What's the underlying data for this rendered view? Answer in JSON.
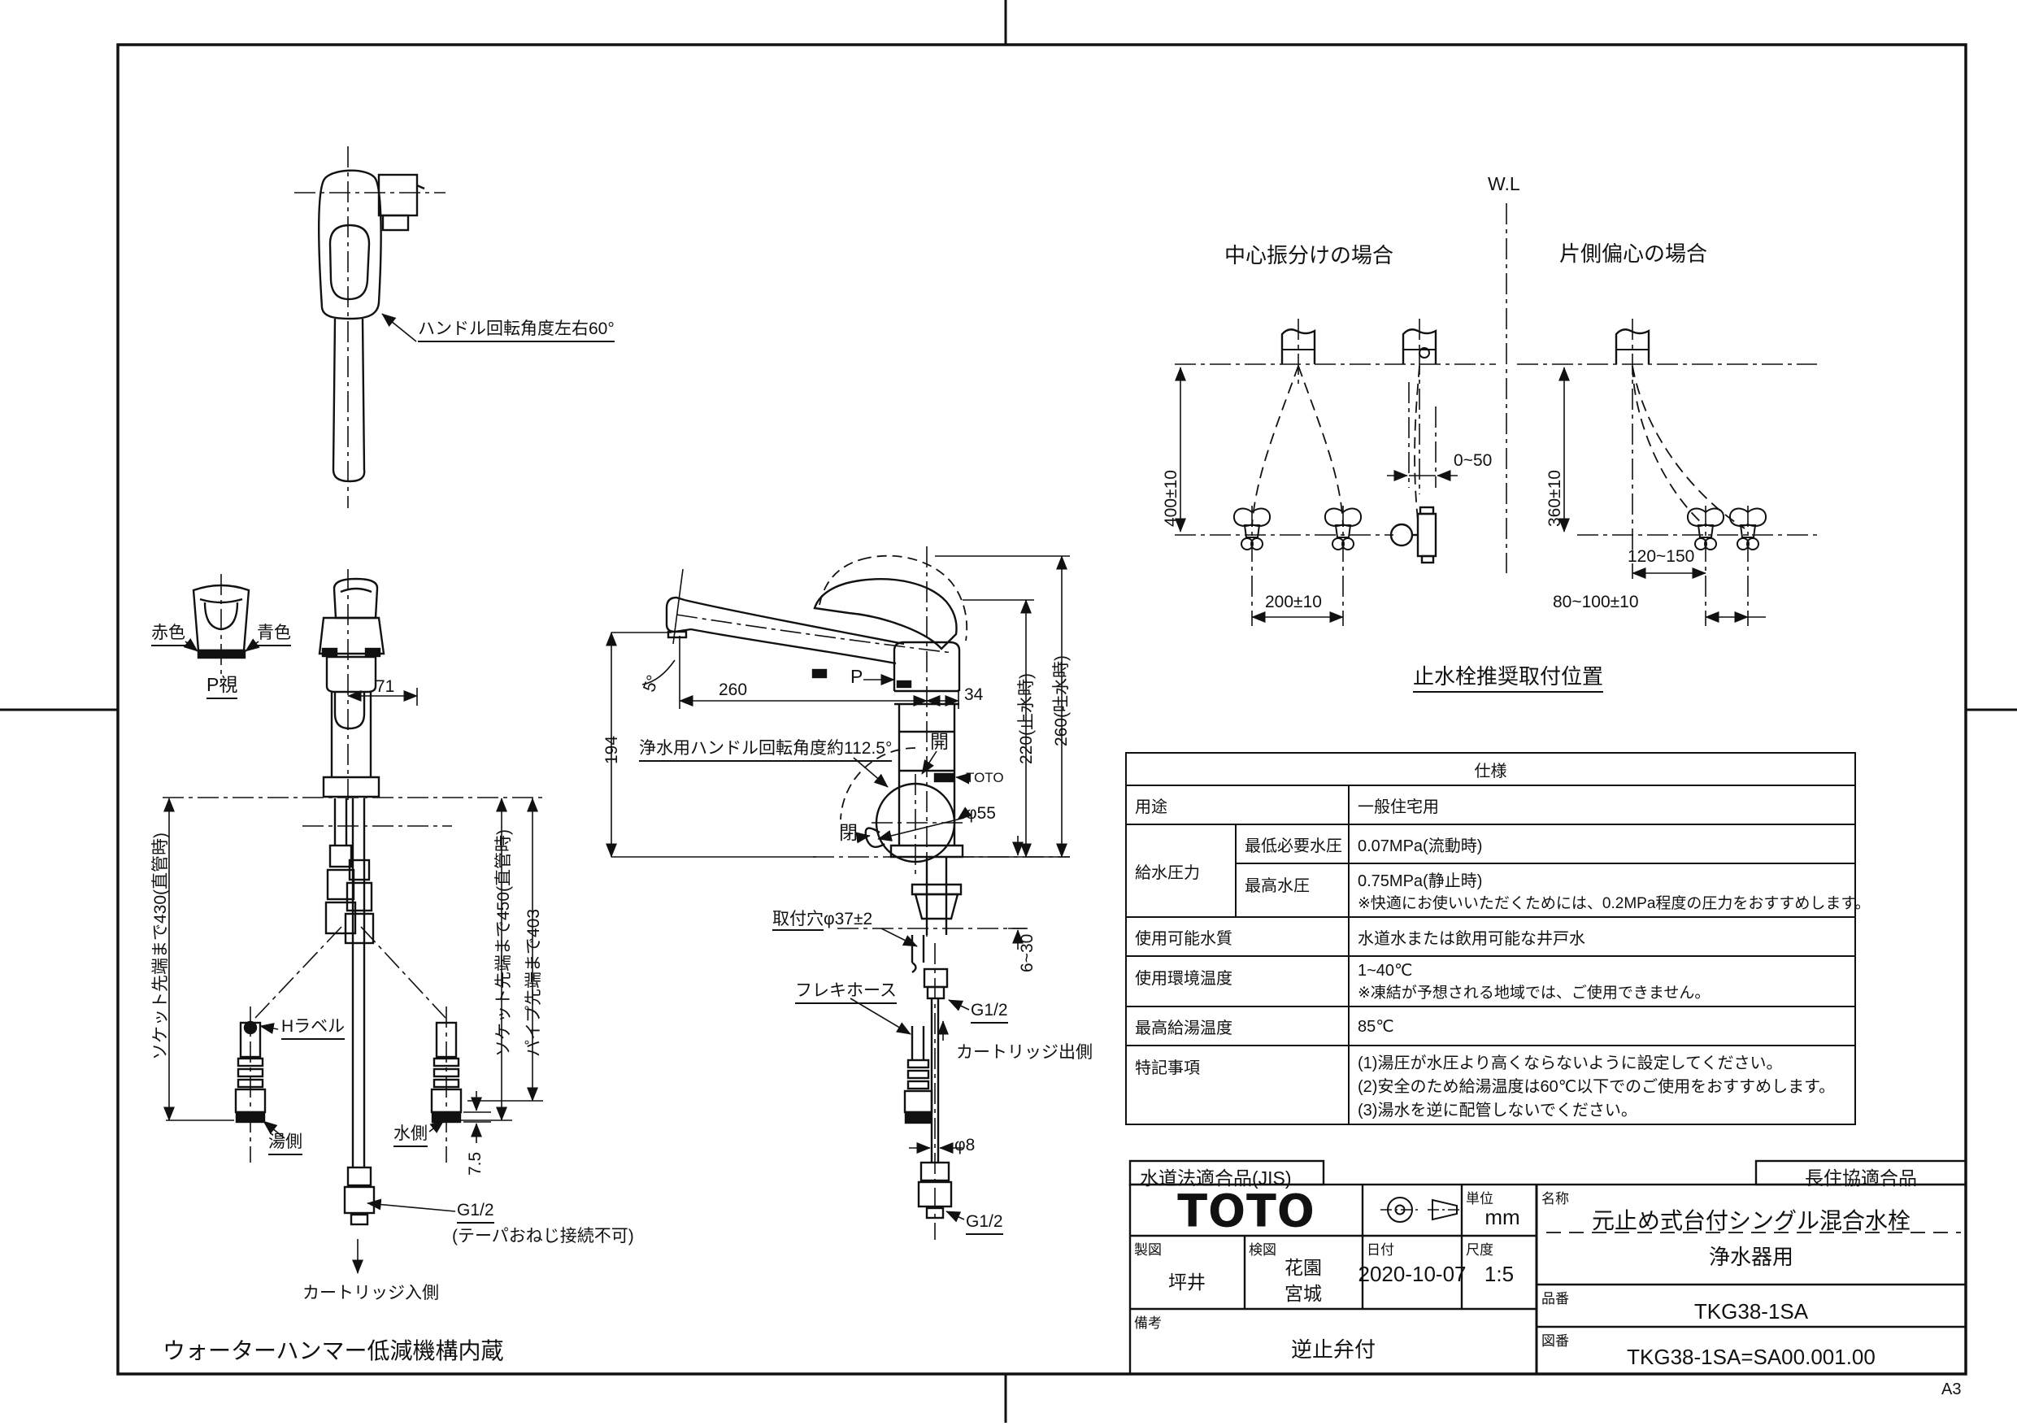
{
  "sheet": {
    "size_label": "A3"
  },
  "detail_view": {
    "note": "ハンドル回転角度左右60°"
  },
  "p_view": {
    "red": "赤色",
    "blue": "青色",
    "title": "P視",
    "dim_71": "71"
  },
  "front_view": {
    "dim_430": "ソケット先端まで430(直管時)",
    "h_label": "Hラベル",
    "hot": "湯側",
    "cold": "水側",
    "dim_7_5": "7.5",
    "dim_450": "ソケット先端まで450(直管時)",
    "dim_403": "パイプ先端まで403",
    "g12": "G1/2",
    "taper_note": "(テーパおねじ接続不可)",
    "cartridge_in": "カートリッジ入側",
    "water_hammer": "ウォーターハンマー低減機構内蔵"
  },
  "side_view": {
    "deg5": "5°",
    "dim_260": "260",
    "p_mark": "P",
    "dim_34": "34",
    "dim_194": "194",
    "purifier_note": "浄水用ハンドル回転角度約112.5°",
    "open": "開",
    "close": "閉",
    "brand": "TOTO",
    "dia_55": "φ55",
    "dim_220": "220(止水時)",
    "dim_260v": "260(吐水時)",
    "hole_label": "取付穴",
    "hole_dim": "φ37±2",
    "dim_6_30": "6~30",
    "flex_hose": "フレキホース",
    "g12_top": "G1/2",
    "cartridge_out": "カートリッジ出側",
    "dia_8": "φ8",
    "g12_bottom": "G1/2"
  },
  "install": {
    "wl": "W.L",
    "center_title": "中心振分けの場合",
    "offset_title": "片側偏心の場合",
    "dim_400": "400±10",
    "dim_0_50": "0~50",
    "dim_360": "360±10",
    "dim_120_150": "120~150",
    "dim_200": "200±10",
    "dim_80_100": "80~100±10",
    "caption": "止水栓推奨取付位置"
  },
  "spec": {
    "title": "仕様",
    "usage_label": "用途",
    "usage": "一般住宅用",
    "pressure_label": "給水圧力",
    "min_label": "最低必要水圧",
    "min_value": "0.07MPa(流動時)",
    "max_label": "最高水圧",
    "max_value": "0.75MPa(静止時)",
    "pressure_note": "※快適にお使いいただくためには、0.2MPa程度の圧力をおすすめします。",
    "quality_label": "使用可能水質",
    "quality": "水道水または飲用可能な井戸水",
    "env_label": "使用環境温度",
    "env_value": "1~40℃",
    "env_note": "※凍結が予想される地域では、ご使用できません。",
    "hot_label": "最高給湯温度",
    "hot_value": "85℃",
    "notes_label": "特記事項",
    "note1": "(1)湯圧が水圧より高くならないように設定してください。",
    "note2": "(2)安全のため給湯温度は60℃以下でのご使用をおすすめします。",
    "note3": "(3)湯水を逆に配管しないでください。"
  },
  "title_block": {
    "jis": "水道法適合品(JIS)",
    "choju": "長住協適合品",
    "logo": "TOTO",
    "unit_label": "単位",
    "unit": "mm",
    "drafter_label": "製図",
    "drafter": "坪井",
    "checker_label": "検図",
    "checker_1": "花園",
    "checker_2": "宮城",
    "date_label": "日付",
    "date": "2020-10-07",
    "scale_label": "尺度",
    "scale": "1:5",
    "remarks_label": "備考",
    "remarks": "逆止弁付",
    "name_label": "名称",
    "name_line1": "元止め式台付シングル混合水栓",
    "name_line2": "浄水器用",
    "part_label": "品番",
    "part_no": "TKG38-1SA",
    "dwg_label": "図番",
    "dwg_no": "TKG38-1SA=SA00.001.00"
  }
}
